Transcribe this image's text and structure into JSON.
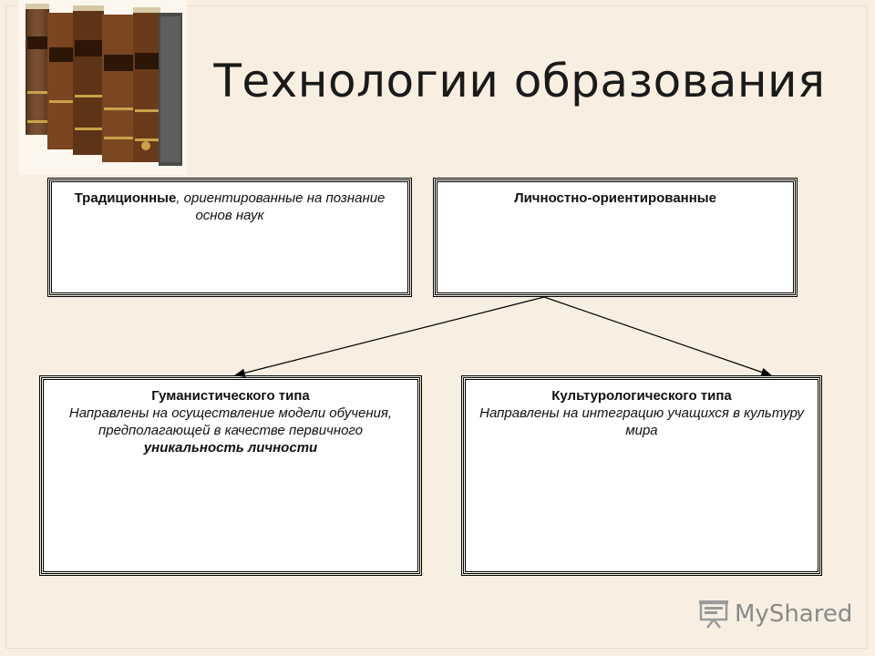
{
  "slide": {
    "title": "Технологии образования"
  },
  "boxes": {
    "traditional": {
      "heading": "Традиционные",
      "text": ", ориентированные на познание основ наук"
    },
    "personal": {
      "heading": "Личностно-ориентированные"
    },
    "humanistic": {
      "heading": "Гуманистического типа",
      "text": "Направлены на осуществление модели обучения, предполагающей  в качестве первичного ",
      "emphasis": "уникальность личности"
    },
    "cultural": {
      "heading": "Культурологического типа",
      "text": "Направлены на интеграцию учащихся в культуру мира"
    }
  },
  "watermark": {
    "brand": "MyShared",
    "icon": "presentation-board-icon"
  },
  "colors": {
    "background": "#f8efe2",
    "box_fill": "#ffffff",
    "border": "#000000"
  }
}
